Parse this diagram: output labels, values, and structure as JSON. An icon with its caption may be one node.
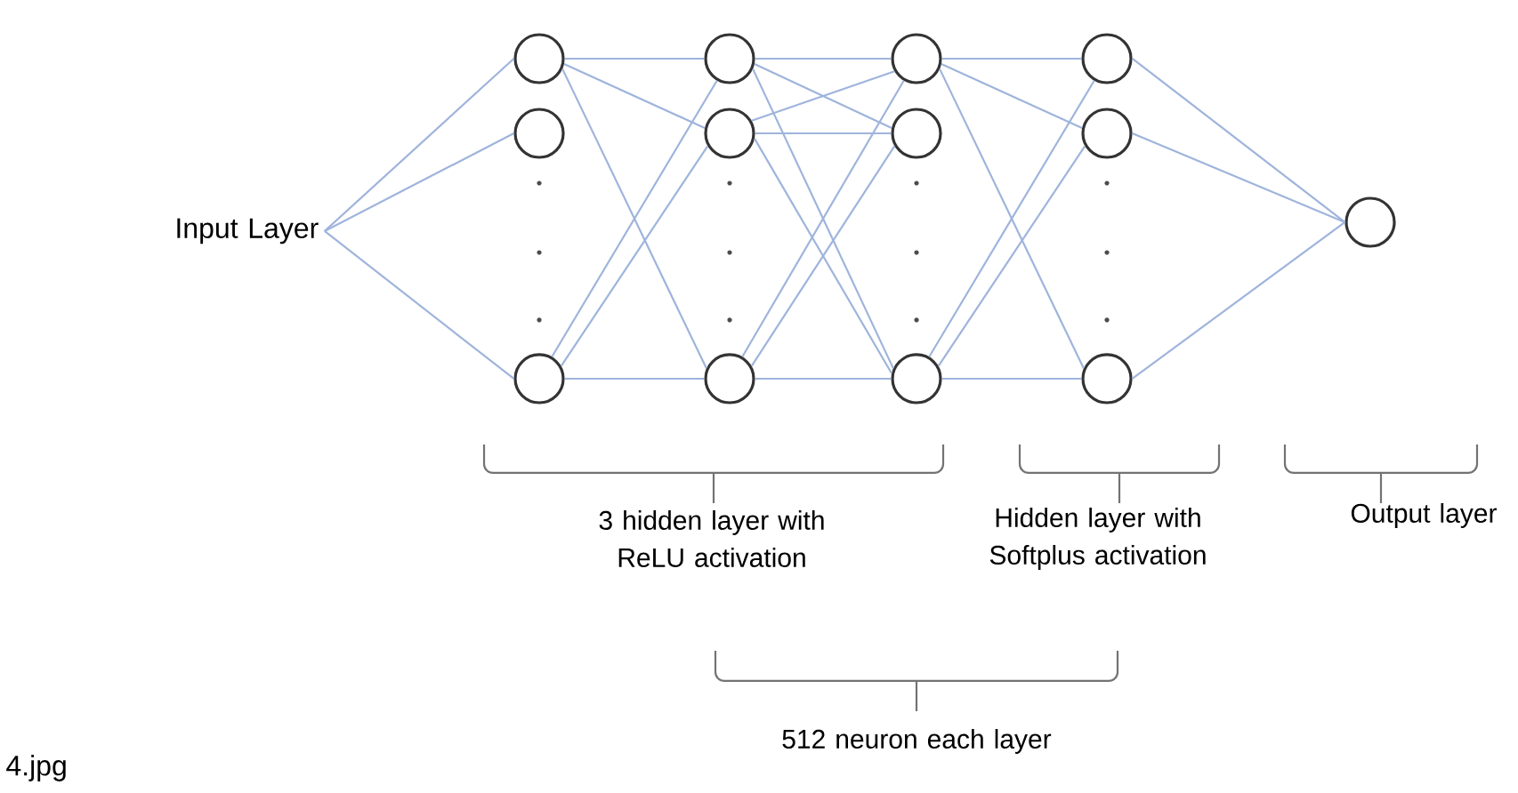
{
  "diagram": {
    "nodes": [
      {
        "text": [
          "Input Layer"
        ]
      },
      {
        "text": [],
        "shape": "circle"
      },
      {
        "text": [],
        "shape": "circle"
      },
      {
        "text": [],
        "shape": "circle"
      },
      {
        "text": [],
        "shape": "circle"
      },
      {
        "text": [],
        "shape": "circle"
      },
      {
        "text": [],
        "shape": "circle"
      },
      {
        "text": [],
        "shape": "circle"
      },
      {
        "text": [],
        "shape": "circle"
      },
      {
        "text": [],
        "shape": "circle"
      },
      {
        "text": [],
        "shape": "circle"
      },
      {
        "text": [],
        "shape": "circle"
      },
      {
        "text": [],
        "shape": "circle"
      },
      {
        "text": [],
        "shape": "circle"
      }
    ],
    "edges": [
      {
        "from": 0,
        "to": 1,
        "arrow": "none"
      },
      {
        "from": 0,
        "to": 2,
        "arrow": "none"
      },
      {
        "from": 0,
        "to": 3,
        "arrow": "none"
      },
      {
        "from": 1,
        "to": 4,
        "arrow": "none"
      },
      {
        "from": 1,
        "to": 5,
        "arrow": "none"
      },
      {
        "from": 1,
        "to": 6,
        "arrow": "none"
      },
      {
        "from": 3,
        "to": 4,
        "arrow": "none"
      },
      {
        "from": 3,
        "to": 5,
        "arrow": "none"
      },
      {
        "from": 3,
        "to": 6,
        "arrow": "none"
      },
      {
        "from": 4,
        "to": 7,
        "arrow": "none"
      },
      {
        "from": 4,
        "to": 8,
        "arrow": "none"
      },
      {
        "from": 4,
        "to": 9,
        "arrow": "none"
      },
      {
        "from": 5,
        "to": 7,
        "arrow": "none"
      },
      {
        "from": 5,
        "to": 8,
        "arrow": "none"
      },
      {
        "from": 5,
        "to": 9,
        "arrow": "none"
      },
      {
        "from": 6,
        "to": 7,
        "arrow": "none"
      },
      {
        "from": 6,
        "to": 8,
        "arrow": "none"
      },
      {
        "from": 6,
        "to": 9,
        "arrow": "none"
      },
      {
        "from": 7,
        "to": 10,
        "arrow": "none"
      },
      {
        "from": 7,
        "to": 11,
        "arrow": "none"
      },
      {
        "from": 7,
        "to": 12,
        "arrow": "none"
      },
      {
        "from": 9,
        "to": 10,
        "arrow": "none"
      },
      {
        "from": 9,
        "to": 11,
        "arrow": "none"
      },
      {
        "from": 9,
        "to": 12,
        "arrow": "none"
      },
      {
        "from": 10,
        "to": 13,
        "arrow": "none"
      },
      {
        "from": 11,
        "to": 13,
        "arrow": "none"
      },
      {
        "from": 12,
        "to": 13,
        "arrow": "none"
      }
    ],
    "labels": [
      "3 hidden layer with ReLU activation",
      "Hidden layer with Softplus activation",
      "Output layer",
      "512 neuron each layer",
      "4.jpg"
    ]
  }
}
